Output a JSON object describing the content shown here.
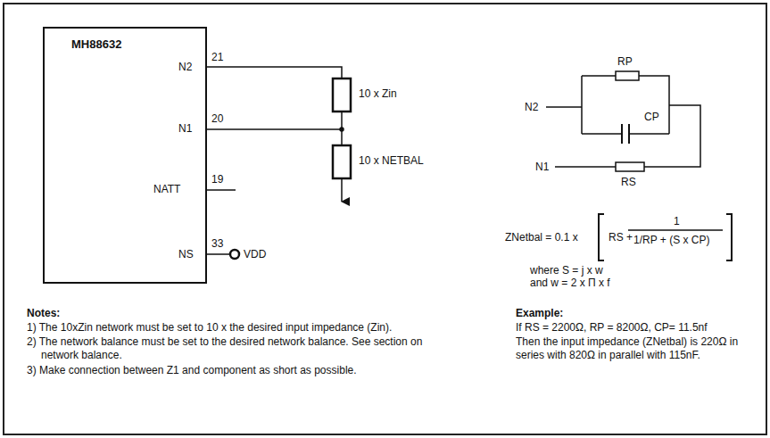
{
  "diagram": {
    "nodes": [
      {
        "text": [
          "MH88632",
          "N2",
          "N1",
          "NATT",
          "NS"
        ]
      }
    ],
    "labels": [
      "21",
      "20",
      "19",
      "33",
      "10 x Zin",
      "10 x NETBAL",
      "VDD",
      "RP",
      "N2",
      "CP",
      "N1",
      "RS",
      "ZNetbal = 0.1 x",
      "RS +",
      "1",
      "1/RP + (S x CP)",
      "where S = j x w",
      "and w = 2 x Π x f",
      "Example:",
      "If RS = 2200Ω, RP = 8200Ω, CP= 11.5nf",
      "Then the input impedance (ZNetbal) is 220Ω in series with 820Ω in parallel with 115nF.",
      "Notes:",
      "1) The 10xZin network must be set to 10 x the desired input impedance (Zin).",
      "2) The network balance must be set to the desired network balance. See section on network balance.",
      "3) Make connection between Z1 and component as short as possible."
    ]
  }
}
